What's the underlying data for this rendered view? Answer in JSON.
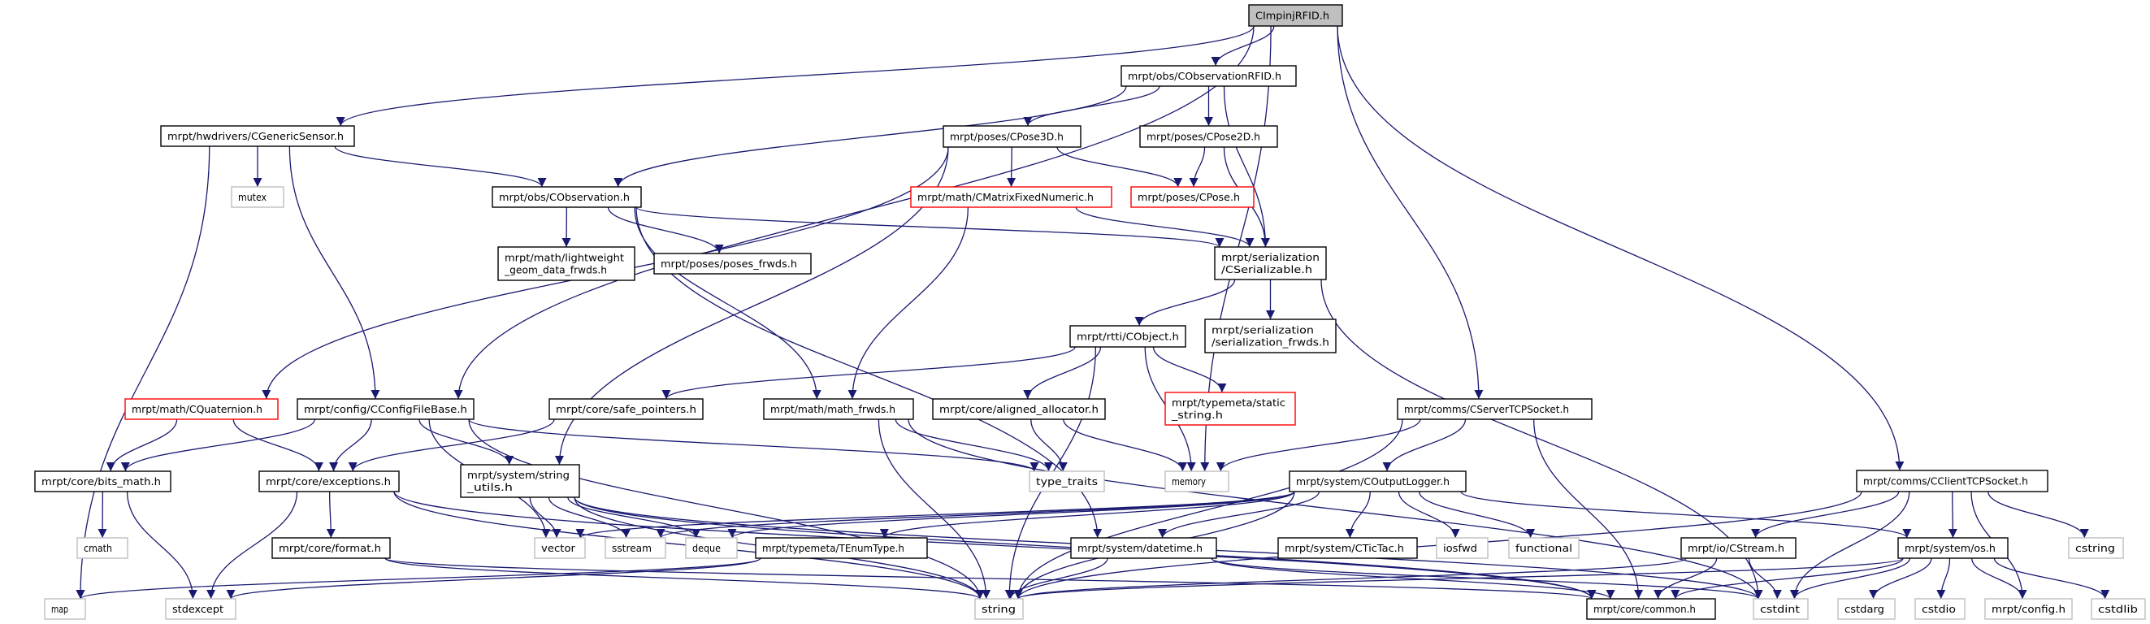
{
  "title": "CImpinjRFID.h",
  "colors": {
    "edge": "#191970",
    "root_fill": "#bfbfbf",
    "missing_border": "#ff0000",
    "external_border": "#bfbfbf"
  },
  "nodes": [
    {
      "id": "root",
      "lines": [
        "CImpinjRFID.h"
      ],
      "kind": "root"
    },
    {
      "id": "obsrfid",
      "lines": [
        "mrpt/obs/CObservationRFID.h"
      ],
      "kind": "normal"
    },
    {
      "id": "gensensor",
      "lines": [
        "mrpt/hwdrivers/CGenericSensor.h"
      ],
      "kind": "normal"
    },
    {
      "id": "mutex",
      "lines": [
        "mutex"
      ],
      "kind": "external"
    },
    {
      "id": "observation",
      "lines": [
        "mrpt/obs/CObservation.h"
      ],
      "kind": "normal"
    },
    {
      "id": "pose3d",
      "lines": [
        "mrpt/poses/CPose3D.h"
      ],
      "kind": "normal"
    },
    {
      "id": "pose2d",
      "lines": [
        "mrpt/poses/CPose2D.h"
      ],
      "kind": "normal"
    },
    {
      "id": "matrixfixed",
      "lines": [
        "mrpt/math/CMatrixFixedNumeric.h"
      ],
      "kind": "missing"
    },
    {
      "id": "pose",
      "lines": [
        "mrpt/poses/CPose.h"
      ],
      "kind": "missing"
    },
    {
      "id": "lightweight",
      "lines": [
        "mrpt/math/lightweight",
        "_geom_data_frwds.h"
      ],
      "kind": "normal"
    },
    {
      "id": "posesfrwds",
      "lines": [
        "mrpt/poses/poses_frwds.h"
      ],
      "kind": "normal"
    },
    {
      "id": "serializable",
      "lines": [
        "mrpt/serialization",
        "/CSerializable.h"
      ],
      "kind": "normal"
    },
    {
      "id": "cobject",
      "lines": [
        "mrpt/rtti/CObject.h"
      ],
      "kind": "normal"
    },
    {
      "id": "serfrwds",
      "lines": [
        "mrpt/serialization",
        "/serialization_frwds.h"
      ],
      "kind": "normal"
    },
    {
      "id": "quaternion",
      "lines": [
        "mrpt/math/CQuaternion.h"
      ],
      "kind": "missing"
    },
    {
      "id": "configfile",
      "lines": [
        "mrpt/config/CConfigFileBase.h"
      ],
      "kind": "normal"
    },
    {
      "id": "safeptr",
      "lines": [
        "mrpt/core/safe_pointers.h"
      ],
      "kind": "normal"
    },
    {
      "id": "mathfrwds",
      "lines": [
        "mrpt/math/math_frwds.h"
      ],
      "kind": "normal"
    },
    {
      "id": "aligned",
      "lines": [
        "mrpt/core/aligned_allocator.h"
      ],
      "kind": "normal"
    },
    {
      "id": "staticstring",
      "lines": [
        "mrpt/typemeta/static",
        "_string.h"
      ],
      "kind": "missing"
    },
    {
      "id": "servertcp",
      "lines": [
        "mrpt/comms/CServerTCPSocket.h"
      ],
      "kind": "normal"
    },
    {
      "id": "typetraits",
      "lines": [
        "type_traits"
      ],
      "kind": "external"
    },
    {
      "id": "memory",
      "lines": [
        "memory"
      ],
      "kind": "external"
    },
    {
      "id": "bitsmath",
      "lines": [
        "mrpt/core/bits_math.h"
      ],
      "kind": "normal"
    },
    {
      "id": "exceptions",
      "lines": [
        "mrpt/core/exceptions.h"
      ],
      "kind": "normal"
    },
    {
      "id": "stringutils",
      "lines": [
        "mrpt/system/string",
        "_utils.h"
      ],
      "kind": "normal"
    },
    {
      "id": "outputlogger",
      "lines": [
        "mrpt/system/COutputLogger.h"
      ],
      "kind": "normal"
    },
    {
      "id": "clienttcp",
      "lines": [
        "mrpt/comms/CClientTCPSocket.h"
      ],
      "kind": "normal"
    },
    {
      "id": "cmath",
      "lines": [
        "cmath"
      ],
      "kind": "external"
    },
    {
      "id": "format",
      "lines": [
        "mrpt/core/format.h"
      ],
      "kind": "normal"
    },
    {
      "id": "vector",
      "lines": [
        "vector"
      ],
      "kind": "external"
    },
    {
      "id": "sstream",
      "lines": [
        "sstream"
      ],
      "kind": "external"
    },
    {
      "id": "deque",
      "lines": [
        "deque"
      ],
      "kind": "external"
    },
    {
      "id": "tenum",
      "lines": [
        "mrpt/typemeta/TEnumType.h"
      ],
      "kind": "normal"
    },
    {
      "id": "datetime",
      "lines": [
        "mrpt/system/datetime.h"
      ],
      "kind": "normal"
    },
    {
      "id": "tictac",
      "lines": [
        "mrpt/system/CTicTac.h"
      ],
      "kind": "normal"
    },
    {
      "id": "iosfwd",
      "lines": [
        "iosfwd"
      ],
      "kind": "external"
    },
    {
      "id": "functional",
      "lines": [
        "functional"
      ],
      "kind": "external"
    },
    {
      "id": "stream",
      "lines": [
        "mrpt/io/CStream.h"
      ],
      "kind": "normal"
    },
    {
      "id": "os",
      "lines": [
        "mrpt/system/os.h"
      ],
      "kind": "normal"
    },
    {
      "id": "cstring",
      "lines": [
        "cstring"
      ],
      "kind": "external"
    },
    {
      "id": "map",
      "lines": [
        "map"
      ],
      "kind": "external"
    },
    {
      "id": "stdexcept",
      "lines": [
        "stdexcept"
      ],
      "kind": "external"
    },
    {
      "id": "string",
      "lines": [
        "string"
      ],
      "kind": "external"
    },
    {
      "id": "common",
      "lines": [
        "mrpt/core/common.h"
      ],
      "kind": "normal"
    },
    {
      "id": "cstdint",
      "lines": [
        "cstdint"
      ],
      "kind": "external"
    },
    {
      "id": "cstdarg",
      "lines": [
        "cstdarg"
      ],
      "kind": "external"
    },
    {
      "id": "cstdio",
      "lines": [
        "cstdio"
      ],
      "kind": "external"
    },
    {
      "id": "config",
      "lines": [
        "mrpt/config.h"
      ],
      "kind": "external"
    },
    {
      "id": "cstdlib",
      "lines": [
        "cstdlib"
      ],
      "kind": "external"
    }
  ],
  "edges": [
    [
      "root",
      "obsrfid"
    ],
    [
      "root",
      "gensensor"
    ],
    [
      "root",
      "configfile"
    ],
    [
      "root",
      "memory"
    ],
    [
      "root",
      "servertcp"
    ],
    [
      "root",
      "clienttcp"
    ],
    [
      "obsrfid",
      "observation"
    ],
    [
      "obsrfid",
      "pose3d"
    ],
    [
      "obsrfid",
      "pose2d"
    ],
    [
      "obsrfid",
      "serializable"
    ],
    [
      "gensensor",
      "map"
    ],
    [
      "gensensor",
      "mutex"
    ],
    [
      "gensensor",
      "observation"
    ],
    [
      "gensensor",
      "configfile"
    ],
    [
      "pose3d",
      "matrixfixed"
    ],
    [
      "pose3d",
      "pose"
    ],
    [
      "pose3d",
      "quaternion"
    ],
    [
      "pose3d",
      "stringutils"
    ],
    [
      "pose2d",
      "pose"
    ],
    [
      "pose2d",
      "serializable"
    ],
    [
      "observation",
      "lightweight"
    ],
    [
      "observation",
      "posesfrwds"
    ],
    [
      "observation",
      "serializable"
    ],
    [
      "observation",
      "mathfrwds"
    ],
    [
      "observation",
      "datetime"
    ],
    [
      "matrixfixed",
      "serializable"
    ],
    [
      "matrixfixed",
      "mathfrwds"
    ],
    [
      "serializable",
      "cobject"
    ],
    [
      "serializable",
      "serfrwds"
    ],
    [
      "serializable",
      "cstdint"
    ],
    [
      "cobject",
      "safeptr"
    ],
    [
      "cobject",
      "aligned"
    ],
    [
      "cobject",
      "staticstring"
    ],
    [
      "cobject",
      "memory"
    ],
    [
      "cobject",
      "string"
    ],
    [
      "quaternion",
      "bitsmath"
    ],
    [
      "quaternion",
      "exceptions"
    ],
    [
      "configfile",
      "bitsmath"
    ],
    [
      "configfile",
      "exceptions"
    ],
    [
      "configfile",
      "stringutils"
    ],
    [
      "configfile",
      "vector"
    ],
    [
      "configfile",
      "typetraits"
    ],
    [
      "configfile",
      "string"
    ],
    [
      "safeptr",
      "exceptions"
    ],
    [
      "mathfrwds",
      "typetraits"
    ],
    [
      "mathfrwds",
      "string"
    ],
    [
      "mathfrwds",
      "cstdint"
    ],
    [
      "aligned",
      "typetraits"
    ],
    [
      "aligned",
      "memory"
    ],
    [
      "servertcp",
      "memory"
    ],
    [
      "servertcp",
      "outputlogger"
    ],
    [
      "servertcp",
      "common"
    ],
    [
      "servertcp",
      "string"
    ],
    [
      "outputlogger",
      "vector"
    ],
    [
      "outputlogger",
      "sstream"
    ],
    [
      "outputlogger",
      "deque"
    ],
    [
      "outputlogger",
      "tenum"
    ],
    [
      "outputlogger",
      "datetime"
    ],
    [
      "outputlogger",
      "tictac"
    ],
    [
      "outputlogger",
      "iosfwd"
    ],
    [
      "outputlogger",
      "functional"
    ],
    [
      "outputlogger",
      "os"
    ],
    [
      "outputlogger",
      "string"
    ],
    [
      "bitsmath",
      "cmath"
    ],
    [
      "bitsmath",
      "stdexcept"
    ],
    [
      "exceptions",
      "format"
    ],
    [
      "exceptions",
      "stdexcept"
    ],
    [
      "exceptions",
      "string"
    ],
    [
      "exceptions",
      "common"
    ],
    [
      "stringutils",
      "vector"
    ],
    [
      "stringutils",
      "sstream"
    ],
    [
      "stringutils",
      "deque"
    ],
    [
      "stringutils",
      "string"
    ],
    [
      "stringutils",
      "common"
    ],
    [
      "stringutils",
      "cstdint"
    ],
    [
      "format",
      "string"
    ],
    [
      "format",
      "common"
    ],
    [
      "tenum",
      "map"
    ],
    [
      "tenum",
      "stdexcept"
    ],
    [
      "datetime",
      "string"
    ],
    [
      "datetime",
      "cstdint"
    ],
    [
      "datetime",
      "common"
    ],
    [
      "clienttcp",
      "stream"
    ],
    [
      "clienttcp",
      "os"
    ],
    [
      "clienttcp",
      "cstring"
    ],
    [
      "clienttcp",
      "config"
    ],
    [
      "clienttcp",
      "cstdint"
    ],
    [
      "clienttcp",
      "string"
    ],
    [
      "stream",
      "common"
    ],
    [
      "stream",
      "cstdint"
    ],
    [
      "stream",
      "string"
    ],
    [
      "os",
      "cstdarg"
    ],
    [
      "os",
      "cstdio"
    ],
    [
      "os",
      "config"
    ],
    [
      "os",
      "cstdlib"
    ],
    [
      "os",
      "cstdint"
    ],
    [
      "os",
      "common"
    ],
    [
      "os",
      "string"
    ]
  ]
}
